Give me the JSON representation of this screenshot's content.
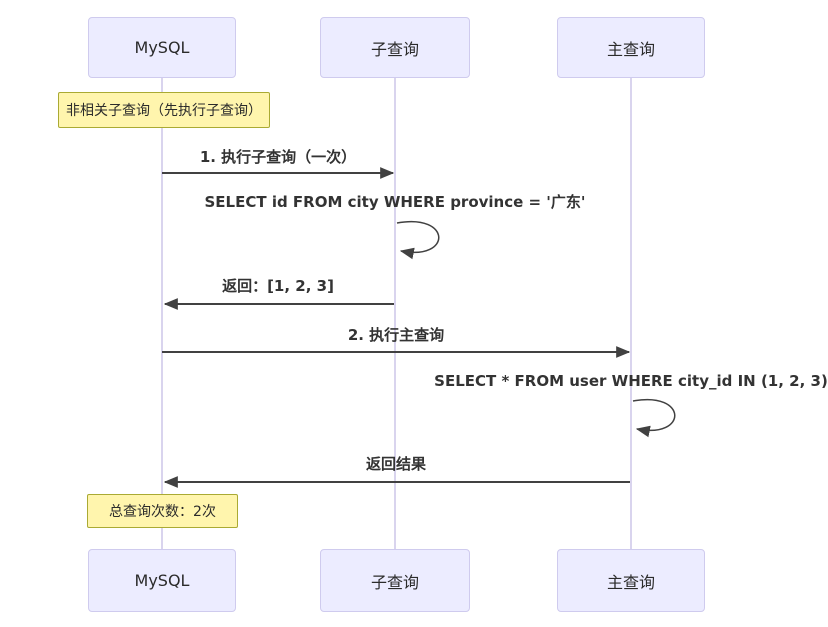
{
  "diagram": {
    "type": "sequence-diagram",
    "actors": [
      {
        "id": "mysql",
        "label": "MySQL"
      },
      {
        "id": "subquery",
        "label": "子查询"
      },
      {
        "id": "mainquery",
        "label": "主查询"
      }
    ],
    "notes": [
      {
        "text": "非相关子查询（先执行子查询）"
      },
      {
        "text": "总查询次数：2次"
      }
    ],
    "messages": [
      {
        "from": "mysql",
        "to": "subquery",
        "text": "1. 执行子查询（一次）"
      },
      {
        "from": "subquery",
        "to": "subquery",
        "text": "SELECT id FROM city WHERE province = '广东'"
      },
      {
        "from": "subquery",
        "to": "mysql",
        "text": "返回：[1, 2, 3]"
      },
      {
        "from": "mysql",
        "to": "mainquery",
        "text": "2. 执行主查询"
      },
      {
        "from": "mainquery",
        "to": "mainquery",
        "text": "SELECT * FROM user WHERE city_id IN (1, 2, 3)"
      },
      {
        "from": "mainquery",
        "to": "mysql",
        "text": "返回结果"
      }
    ],
    "colors": {
      "actor_fill": "#ECECFF",
      "actor_border": "#CFCBEE",
      "lifeline": "#D9D4EE",
      "note_fill": "#FFF5AD",
      "note_border": "#AAAA33",
      "arrow": "#414141",
      "text": "#333333",
      "background": "#FFFFFF"
    }
  }
}
